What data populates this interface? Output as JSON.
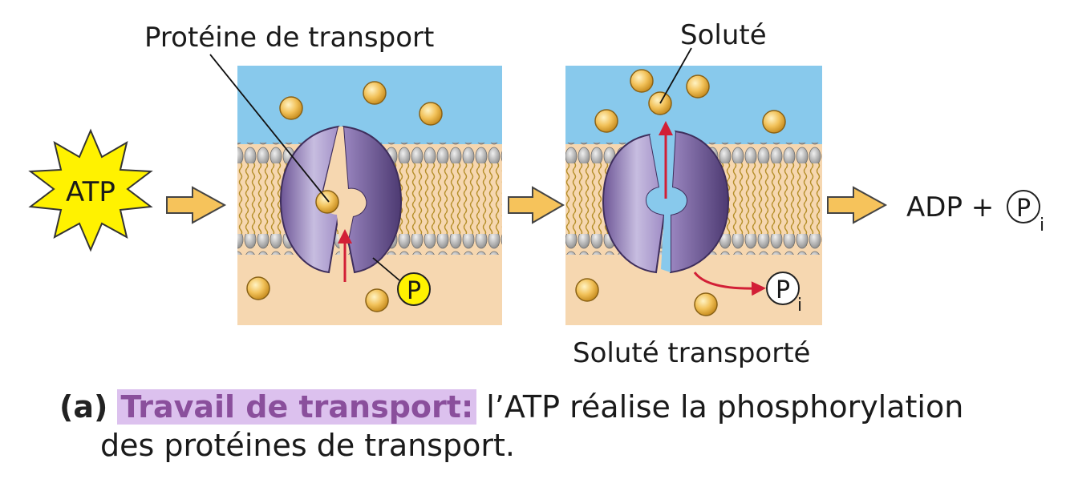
{
  "labels": {
    "transport_protein": "Protéine de transport",
    "solute": "Soluté",
    "transported_solute": "Soluté transporté",
    "atp": "ATP",
    "adp_plus": "ADP +",
    "phosphate": "P",
    "inorganic_subscript": "i"
  },
  "caption": {
    "letter": "(a)",
    "title": "Travail de transport:",
    "text_line1": "l’ATP réalise la phosphorylation",
    "text_line2": "des protéines de transport."
  },
  "colors": {
    "extracellular": "#88c9ec",
    "cytoplasm": "#f6d7b0",
    "protein": "#7e67a6",
    "solute": "#f2c25a",
    "atp_star": "#fff200",
    "arrow_fill": "#f6c35b",
    "red_arrow": "#d21f36",
    "caption_highlight": "#dcc1ee",
    "caption_title": "#8a4f9c"
  }
}
